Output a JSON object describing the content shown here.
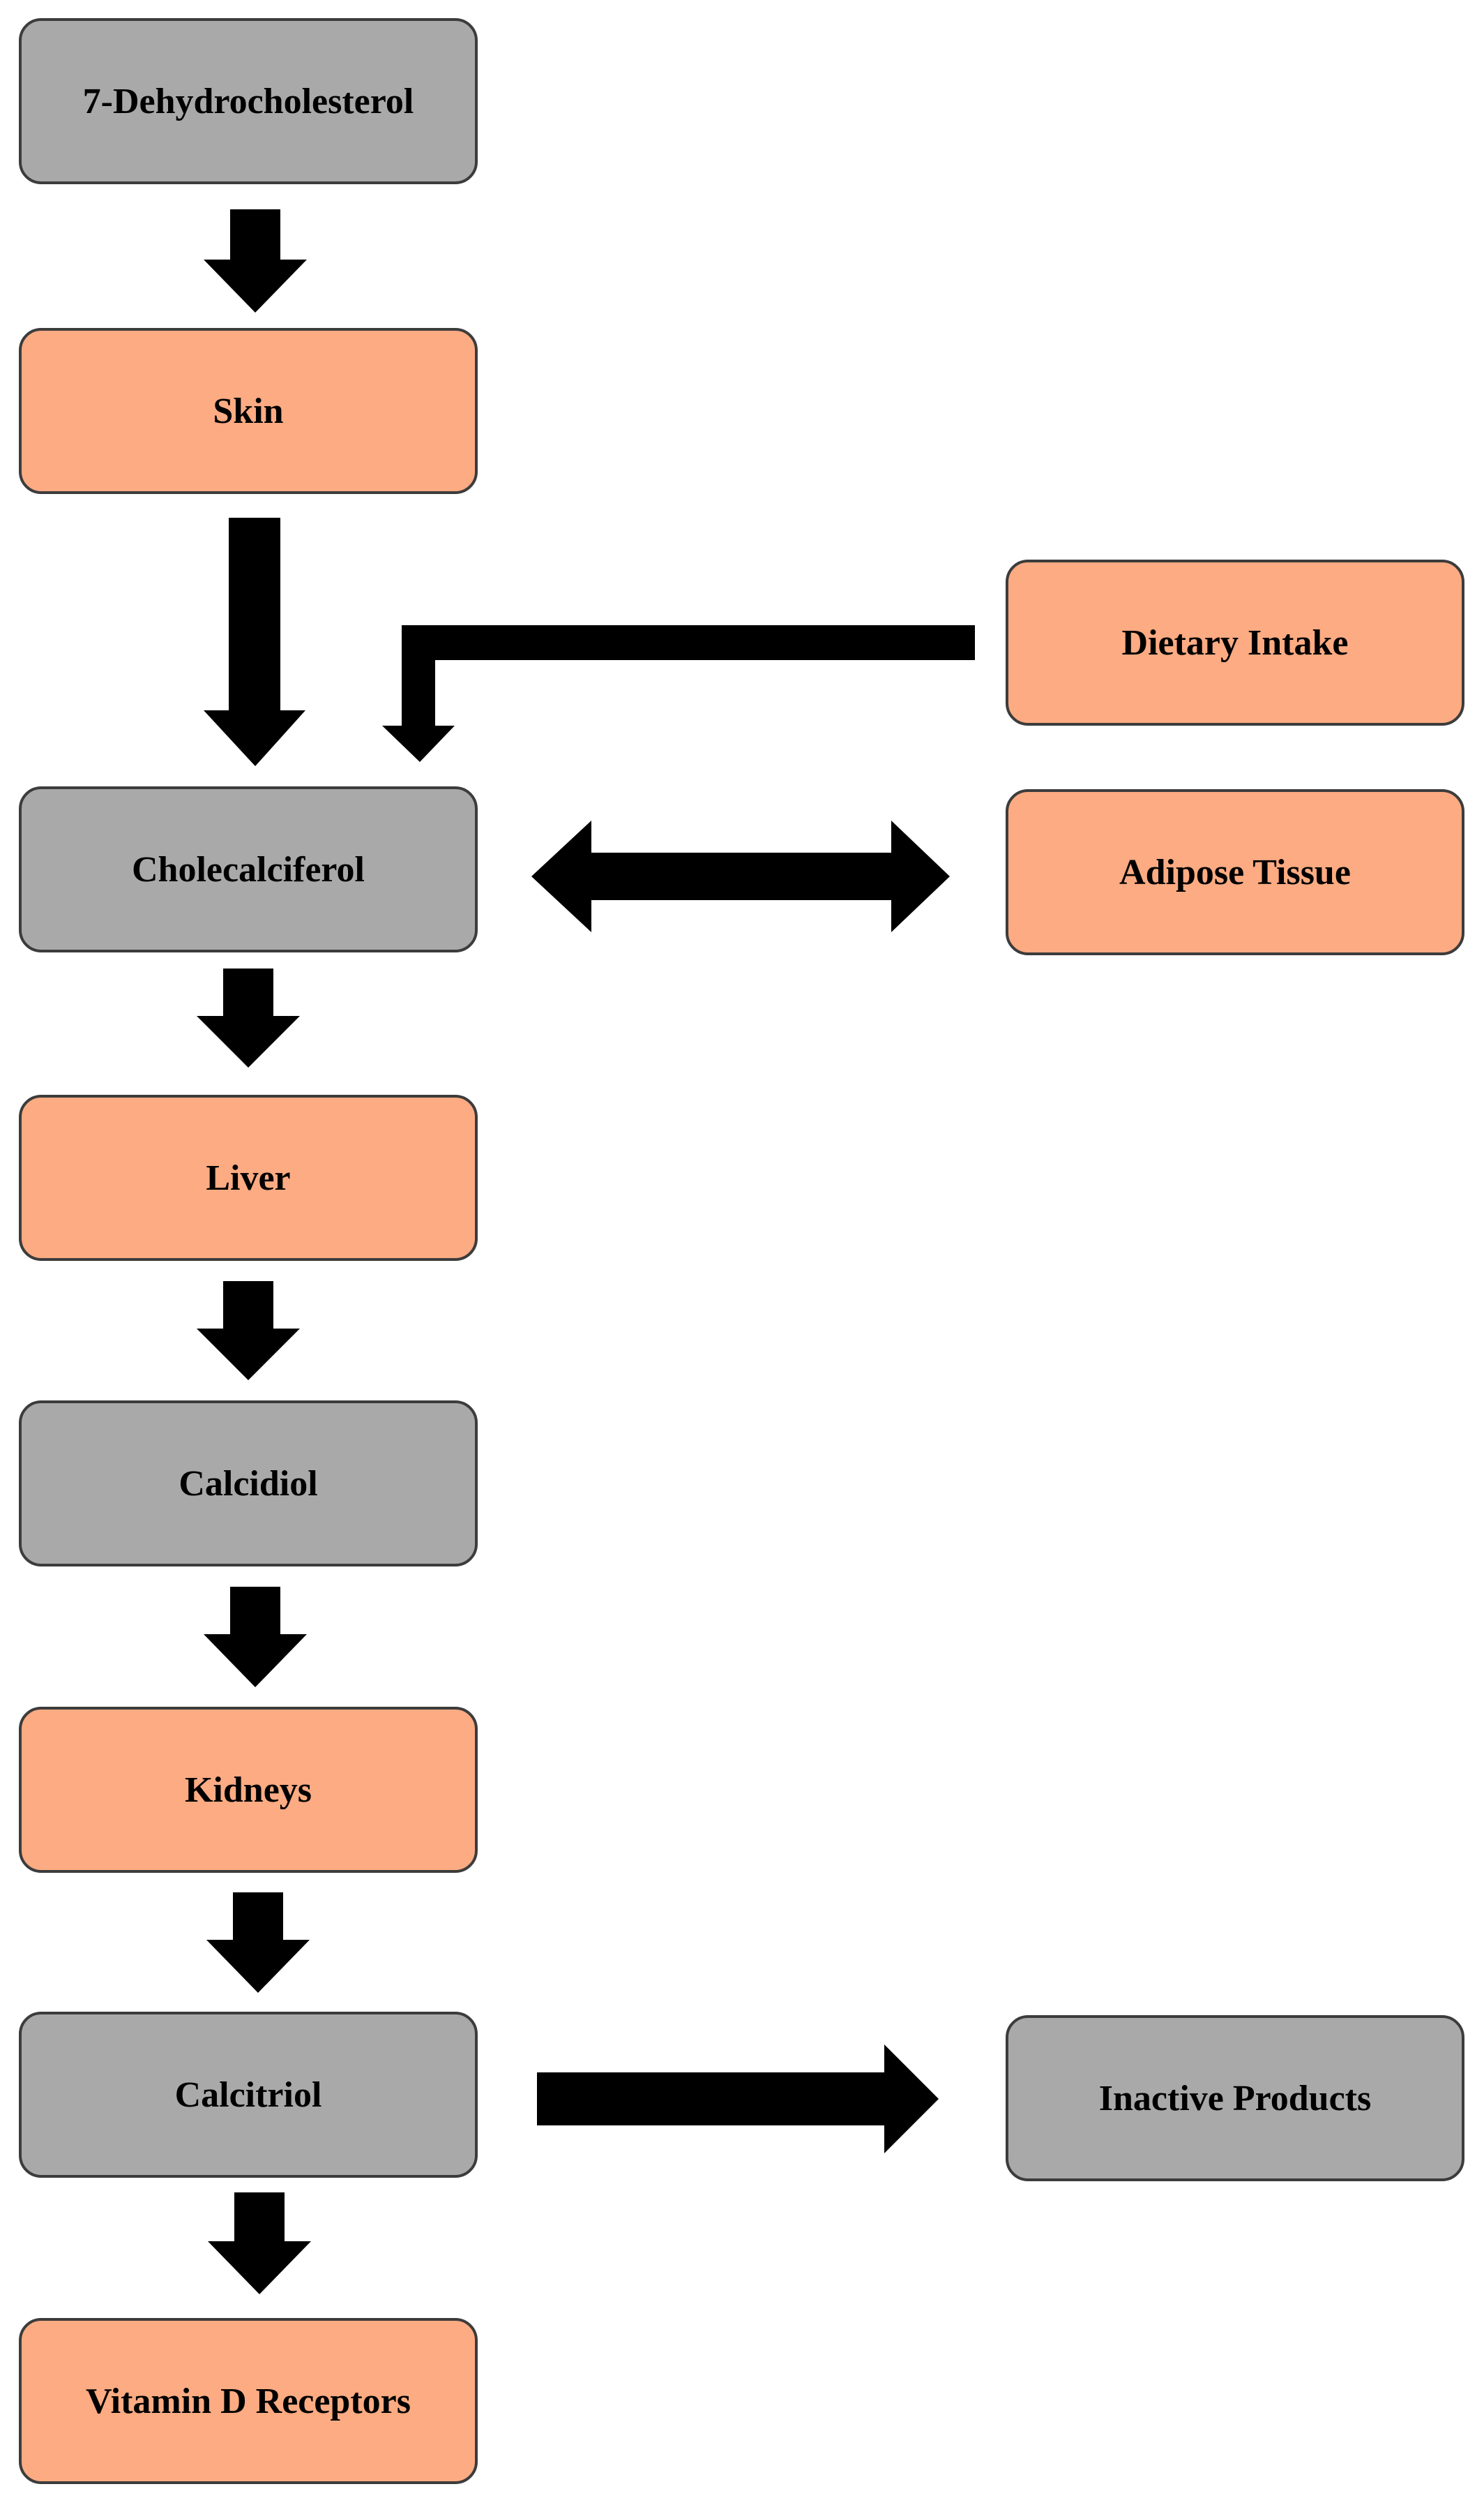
{
  "diagram": {
    "nodes": {
      "dehydrocholesterol": {
        "label": "7-Dehydrocholesterol",
        "color": "#a9a9a9"
      },
      "skin": {
        "label": "Skin",
        "color": "#fcab82"
      },
      "dietary_intake": {
        "label": "Dietary Intake",
        "color": "#fcab82"
      },
      "cholecalciferol": {
        "label": "Cholecalciferol",
        "color": "#a9a9a9"
      },
      "adipose_tissue": {
        "label": "Adipose Tissue",
        "color": "#fcab82"
      },
      "liver": {
        "label": "Liver",
        "color": "#fcab82"
      },
      "calcidiol": {
        "label": "Calcidiol",
        "color": "#a9a9a9"
      },
      "kidneys": {
        "label": "Kidneys",
        "color": "#fcab82"
      },
      "calcitriol": {
        "label": "Calcitriol",
        "color": "#a9a9a9"
      },
      "inactive_products": {
        "label": "Inactive Products",
        "color": "#a9a9a9"
      },
      "vitamin_d_receptors": {
        "label": "Vitamin D Receptors",
        "color": "#fcab82"
      }
    },
    "edges": [
      {
        "from": "dehydrocholesterol",
        "to": "skin",
        "direction": "down"
      },
      {
        "from": "skin",
        "to": "cholecalciferol",
        "direction": "down"
      },
      {
        "from": "dietary_intake",
        "to": "cholecalciferol",
        "direction": "elbow-left-down"
      },
      {
        "from": "cholecalciferol",
        "to": "adipose_tissue",
        "direction": "bidirectional"
      },
      {
        "from": "cholecalciferol",
        "to": "liver",
        "direction": "down"
      },
      {
        "from": "liver",
        "to": "calcidiol",
        "direction": "down"
      },
      {
        "from": "calcidiol",
        "to": "kidneys",
        "direction": "down"
      },
      {
        "from": "kidneys",
        "to": "calcitriol",
        "direction": "down"
      },
      {
        "from": "calcitriol",
        "to": "inactive_products",
        "direction": "right"
      },
      {
        "from": "calcitriol",
        "to": "vitamin_d_receptors",
        "direction": "down"
      }
    ],
    "colors": {
      "gray_node": "#a9a9a9",
      "salmon_node": "#fcab82",
      "border": "#3c3c3c",
      "arrow": "#000000"
    }
  }
}
